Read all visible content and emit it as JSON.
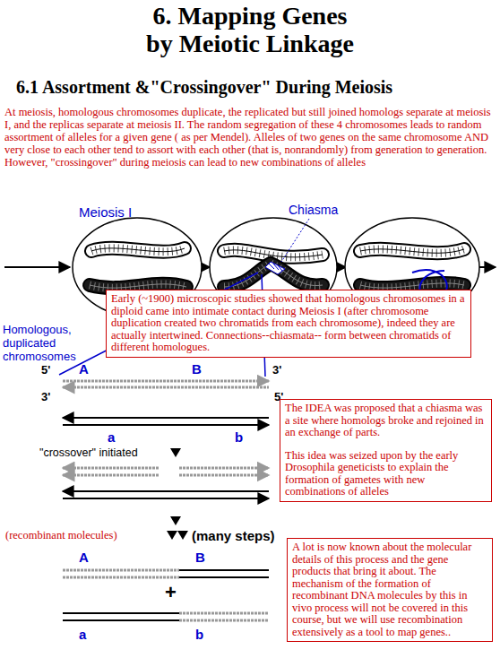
{
  "diagram": {
    "title": "6. Mapping Genes by Meiotic Linkage",
    "nodes": [
      {
        "text": [
          "Early (~1900) microscopic studies showed that homologous chromosomes in a diploid came into intimate contact during Meiosis I (after chromosome duplication created two chromatids from each chromosome), indeed they are actually intertwined. Connections--chiasmata-- form between chromatids of different homologues."
        ]
      },
      {
        "text": [
          "The IDEA was proposed that a chiasma was a site where homologs broke and rejoined in an exchange of parts.",
          "This idea was seized upon by the early Drosophila geneticists to explain the formation of gametes with new combinations of alleles"
        ]
      },
      {
        "text": [
          "A lot is now known about the molecular details of this process and the gene products that bring it about. The mechanism of the formation of recombinant DNA molecules by this in vivo process will not be covered in this course, but we will use recombination extensively as a tool to map genes.."
        ]
      }
    ],
    "labels": [
      "6.1 Assortment &\"Crossingover\" During Meiosis",
      "At meiosis, homologous chromosomes duplicate, the replicated but still joined homologs separate at meiosis I, and the replicas separate at meiosis II. The random segregation of these 4 chromosomes leads to random assortment of alleles for a given gene ( as per Mendel). Alleles of two genes on the same chromosome AND very close to each other tend to assort with each other (that is, nonrandomly) from generation to generation. However, \"crossingover\" during meiosis can lead to new combinations of alleles",
      "Meiosis I",
      "Chiasma",
      "Homologous, duplicated chromosomes",
      "5'",
      "A",
      "B",
      "3'",
      "3'",
      "5'",
      "a",
      "b",
      "\"crossover\" initiated",
      "(recombinant molecules)",
      "(many steps)",
      "A",
      "B",
      "+",
      "a",
      "b"
    ]
  }
}
